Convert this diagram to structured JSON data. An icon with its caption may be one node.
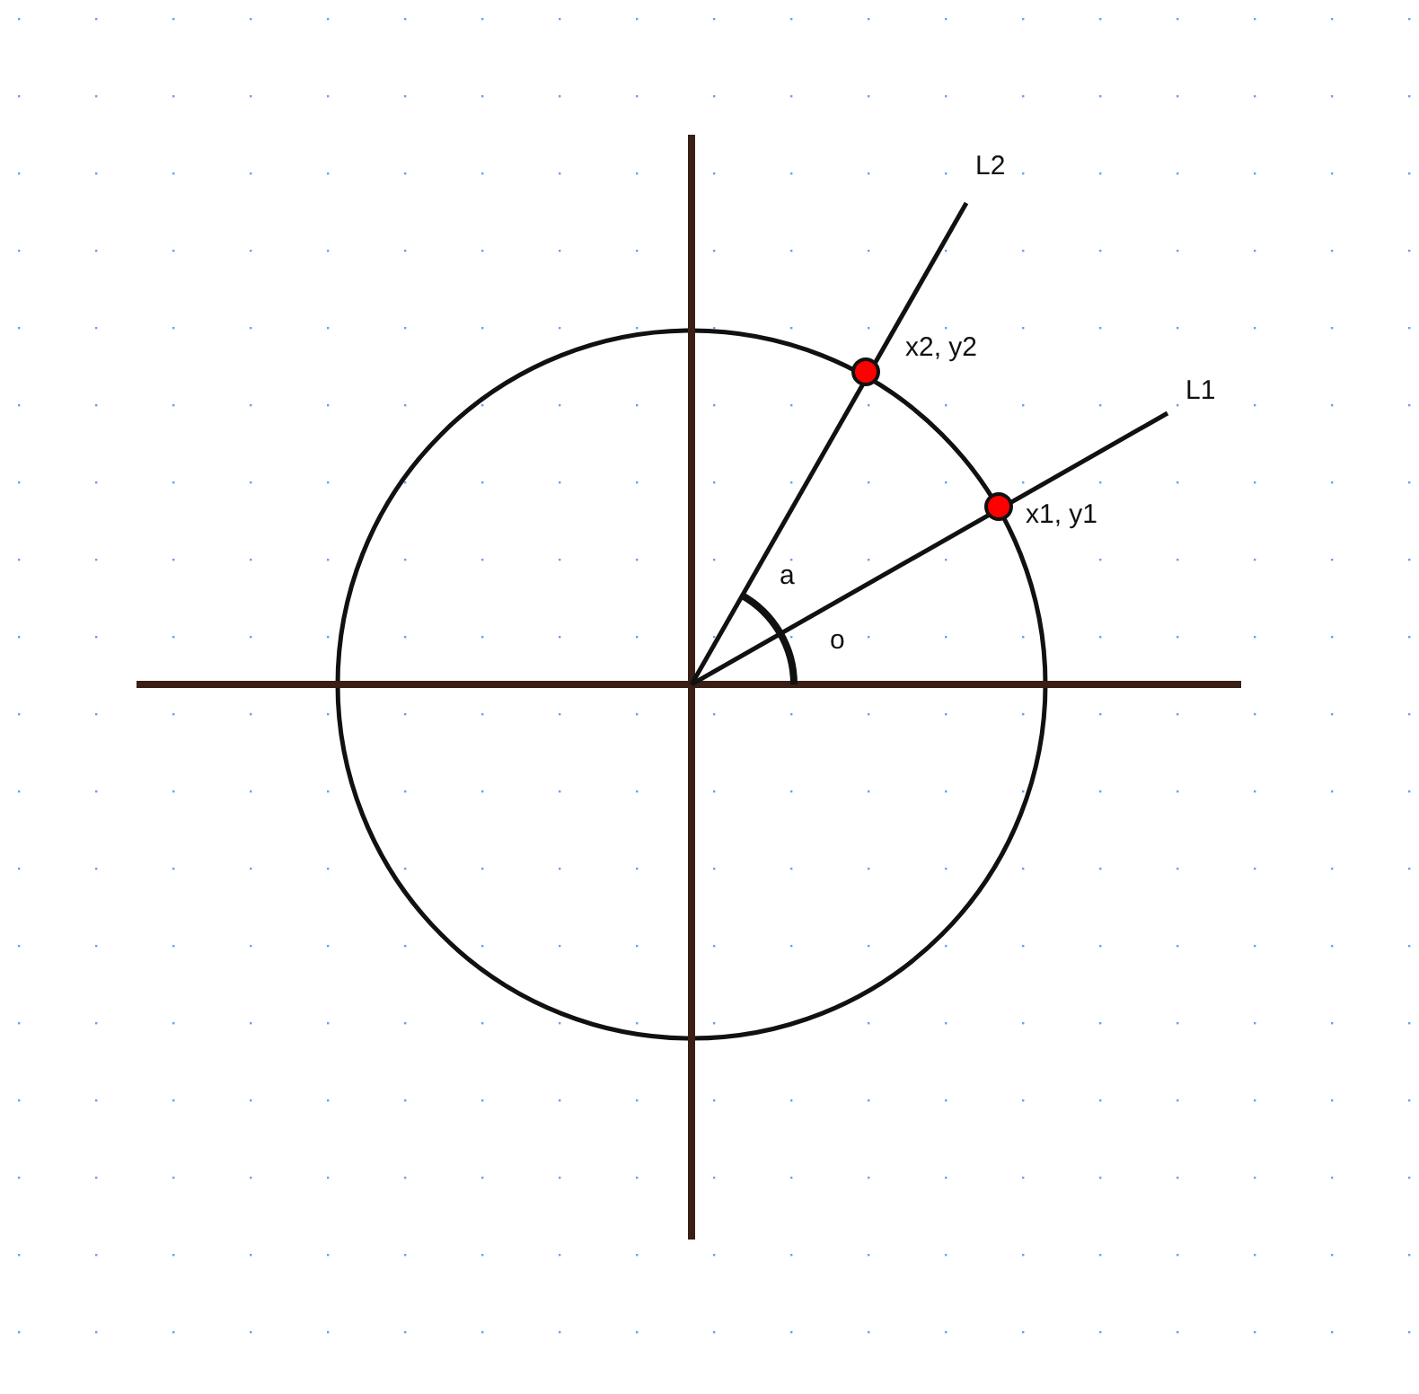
{
  "diagram": {
    "labels": [
      "L2",
      "x2, y2",
      "L1",
      "x1, y1",
      "a",
      "o"
    ]
  }
}
